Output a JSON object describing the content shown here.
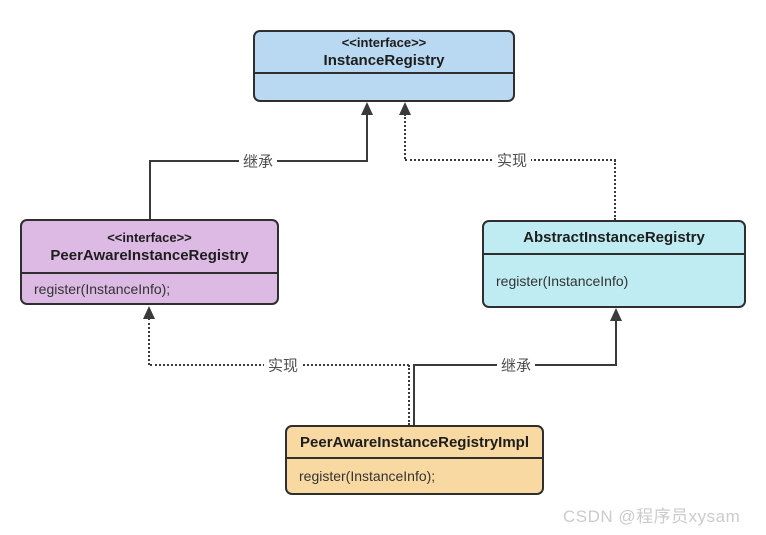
{
  "diagram": {
    "title": "Eureka InstanceRegistry class hierarchy",
    "classes": {
      "instance_registry": {
        "stereotype": "<<interface>>",
        "name": "InstanceRegistry",
        "methods": "",
        "fill": "#b9d9f2"
      },
      "peer_aware_instance_registry": {
        "stereotype": "<<interface>>",
        "name": "PeerAwareInstanceRegistry",
        "methods": "register(InstanceInfo);",
        "fill": "#dcbae4"
      },
      "abstract_instance_registry": {
        "stereotype": "",
        "name": "AbstractInstanceRegistry",
        "methods": "register(InstanceInfo)",
        "fill": "#bfecf2"
      },
      "peer_aware_instance_registry_impl": {
        "stereotype": "",
        "name": "PeerAwareInstanceRegistryImpl",
        "methods": "register(InstanceInfo);",
        "fill": "#f8d9a2"
      }
    },
    "edges": [
      {
        "from": "PeerAwareInstanceRegistry",
        "to": "InstanceRegistry",
        "type": "inheritance",
        "style": "solid",
        "label": "继承"
      },
      {
        "from": "AbstractInstanceRegistry",
        "to": "InstanceRegistry",
        "type": "realization",
        "style": "dotted",
        "label": "实现"
      },
      {
        "from": "PeerAwareInstanceRegistryImpl",
        "to": "PeerAwareInstanceRegistry",
        "type": "realization",
        "style": "dotted",
        "label": "实现"
      },
      {
        "from": "PeerAwareInstanceRegistryImpl",
        "to": "AbstractInstanceRegistry",
        "type": "inheritance",
        "style": "solid",
        "label": "继承"
      }
    ],
    "colors": {
      "box_border": "#2f2f2f",
      "line": "#3a3a3a",
      "label_text": "#4d4d4d",
      "watermark_text": "#cbcbcb",
      "fill_blue": "#b9d9f2",
      "fill_purple": "#dcbae4",
      "fill_cyan": "#bfecf2",
      "fill_orange": "#f8d9a2"
    }
  },
  "watermark": {
    "text": "CSDN @程序员xysam"
  }
}
